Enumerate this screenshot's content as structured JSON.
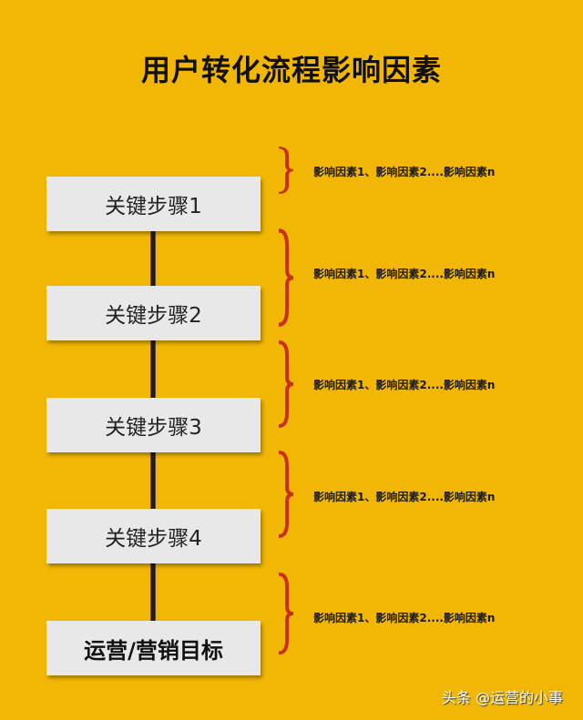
{
  "title": "用户转化流程影响因素",
  "colors": {
    "background": "#F2B705",
    "box": "#E8E8E8",
    "brace": "#C8301A",
    "text": "#1a1a1a"
  },
  "steps": [
    {
      "label": "关键步骤1"
    },
    {
      "label": "关键步骤2"
    },
    {
      "label": "关键步骤3"
    },
    {
      "label": "关键步骤4"
    },
    {
      "label": "运营/营销目标"
    }
  ],
  "factors": [
    {
      "label": "影响因素1、影响因素2....影响因素n"
    },
    {
      "label": "影响因素1、影响因素2....影响因素n"
    },
    {
      "label": "影响因素1、影响因素2....影响因素n"
    },
    {
      "label": "影响因素1、影响因素2....影响因素n"
    },
    {
      "label": "影响因素1、影响因素2....影响因素n"
    }
  ],
  "watermark": "头条 @运营的小事"
}
